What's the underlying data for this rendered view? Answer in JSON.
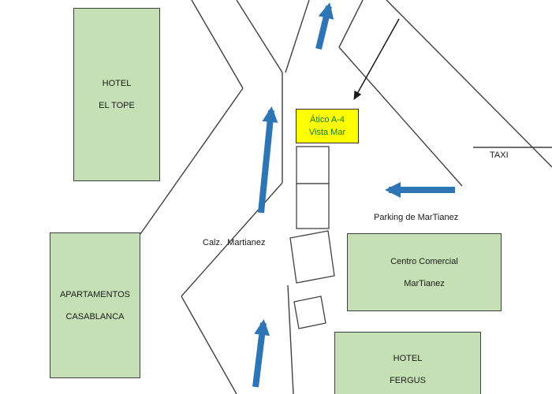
{
  "colors": {
    "building_fill": "#c5e0b4",
    "building_border": "#3f3f3f",
    "highlight_fill": "#ffff00",
    "highlight_text": "#1e7b2f",
    "arrow_blue": "#2e75b6",
    "line_black": "#404040",
    "label_text": "#1a1a1a"
  },
  "places": {
    "hotel_el_tope": {
      "line1": "HOTEL",
      "line2": "EL TOPE"
    },
    "apartamentos_casablanca": {
      "line1": "APARTAMENTOS",
      "line2": "CASABLANCA"
    },
    "centro_comercial_martianez": {
      "line1": "Centro Comercial",
      "line2": "MarTianez"
    },
    "hotel_fergus": {
      "line1": "HOTEL",
      "line2": "FERGUS"
    },
    "atico_a4_vista_mar": {
      "line1": "Ático A-4",
      "line2": "Vista Mar"
    }
  },
  "street_labels": {
    "calz_martianez": "Calz.  Martianez",
    "parking_de_martianez": "Parking de MarTianez",
    "taxi": "TAXI"
  }
}
